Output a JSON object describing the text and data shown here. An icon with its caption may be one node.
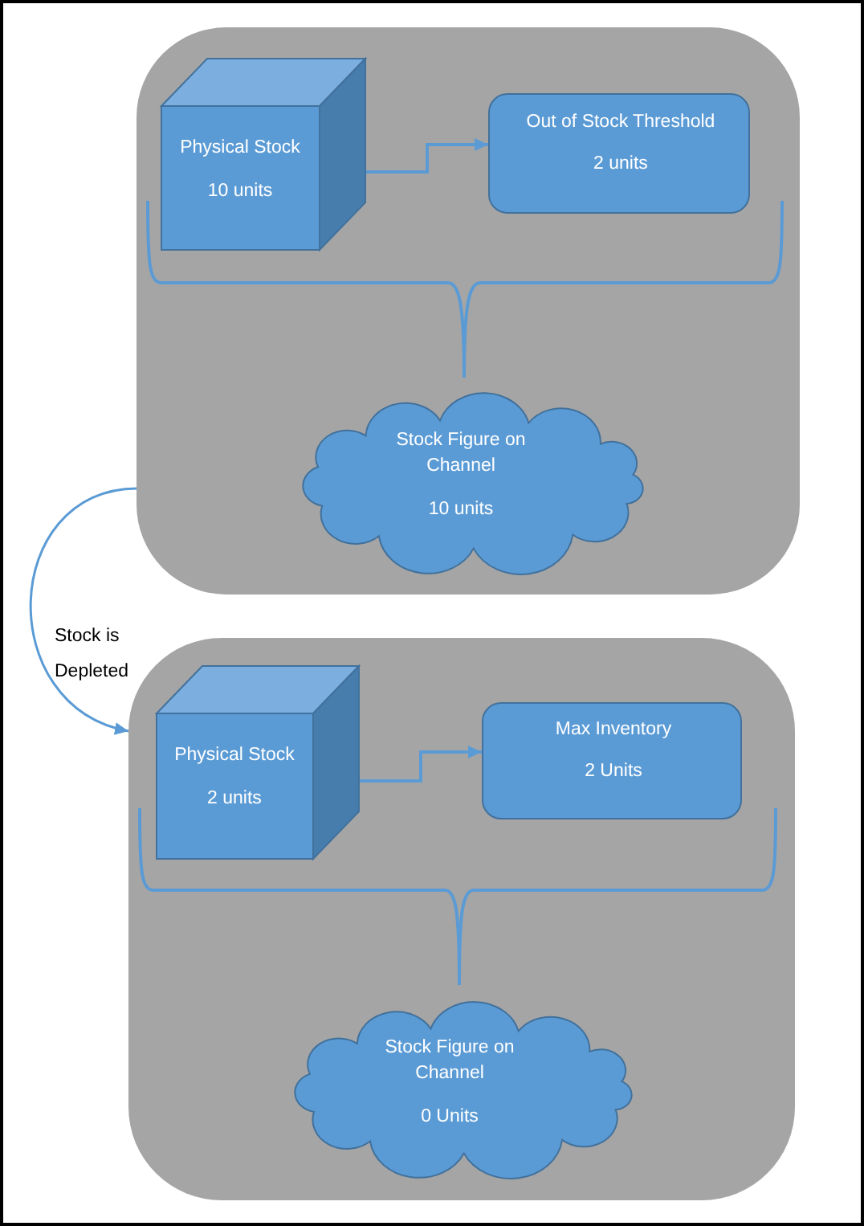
{
  "diagram": {
    "nodes": [
      {
        "text": [],
        "shape": "box"
      },
      {
        "text": [
          "Physical Stock",
          "10 units"
        ],
        "in": 0
      },
      {
        "text": [
          "Out of Stock Threshold",
          "2 units"
        ],
        "in": 0
      },
      {
        "text": [
          "Stock Figure on Channel",
          "10 units"
        ],
        "in": 0
      },
      {
        "text": [],
        "shape": "box"
      },
      {
        "text": [
          "Physical Stock",
          "2 units"
        ],
        "in": 4
      },
      {
        "text": [
          "Max Inventory",
          "2 Units"
        ],
        "in": 4
      },
      {
        "text": [
          "Stock Figure on Channel",
          "0 Units"
        ],
        "in": 4
      }
    ],
    "edges": [
      {
        "from": 1,
        "to": 2,
        "arrow": "to"
      },
      {
        "from": 0,
        "to": 4,
        "arrow": "to",
        "label": "Stock is Depleted"
      },
      {
        "from": 5,
        "to": 6,
        "arrow": "to"
      }
    ]
  }
}
